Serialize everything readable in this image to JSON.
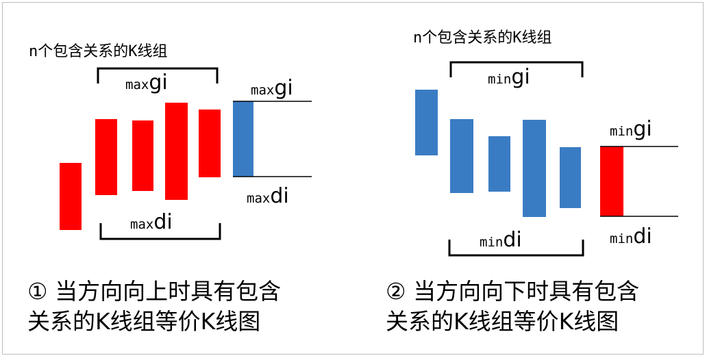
{
  "colors": {
    "up": "#ff0000",
    "down": "#3a7cc4"
  },
  "left": {
    "group_label": "n个包含关系的K线组",
    "top_bracket": {
      "prefix": "max",
      "suffix": "gi"
    },
    "bottom_bracket": {
      "prefix": "max",
      "suffix": "di"
    },
    "result_top": {
      "prefix": "max",
      "suffix": "gi"
    },
    "result_bottom": {
      "prefix": "max",
      "suffix": "di"
    },
    "caption_line1": "① 当方向向上时具有包含",
    "caption_line2": "关系的K线组等价K线图"
  },
  "right": {
    "group_label": "n个包含关系的K线组",
    "top_bracket": {
      "prefix": "min",
      "suffix": "gi"
    },
    "bottom_bracket": {
      "prefix": "min",
      "suffix": "di"
    },
    "result_top": {
      "prefix": "min",
      "suffix": "gi"
    },
    "result_bottom": {
      "prefix": "min",
      "suffix": "di"
    },
    "caption_line1": "② 当方向向下时具有包含",
    "caption_line2": "关系的K线组等价K线图"
  }
}
